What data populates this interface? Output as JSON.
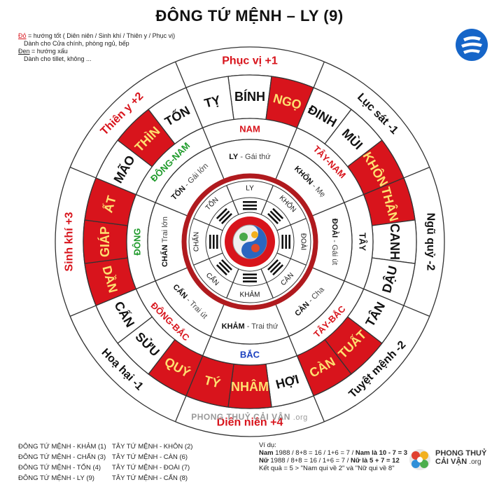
{
  "title": "ĐÔNG TỨ MỆNH – LY (9)",
  "legend": {
    "red_key": "Đỏ",
    "red_text": " = hướng tốt ( Diên niên / Sinh khí / Thiên y / Phục vị)",
    "red_use": "Dành cho Cửa chính, phòng ngủ, bếp",
    "black_key": "Đen",
    "black_text": " = hướng xấu",
    "black_use": "Dành cho tillet, không ..."
  },
  "outer_ring": [
    {
      "label": "Phục vị +1",
      "good": true
    },
    {
      "label": "Lục sát -1",
      "good": false
    },
    {
      "label": "Ngũ quỷ -2",
      "good": false
    },
    {
      "label": "Tuyệt mệnh -2",
      "good": false
    },
    {
      "label": "Diên niên +4",
      "good": true
    },
    {
      "label": "Hoạ hại -1",
      "good": false
    },
    {
      "label": "Sinh khí +3",
      "good": true
    },
    {
      "label": "Thiên y +2",
      "good": true
    }
  ],
  "mountains": [
    {
      "label": "BÍNH",
      "good": false
    },
    {
      "label": "NGỌ",
      "good": true
    },
    {
      "label": "ĐINH",
      "good": false
    },
    {
      "label": "MÙI",
      "good": false
    },
    {
      "label": "KHÔN",
      "good": true
    },
    {
      "label": "THÂN",
      "good": true
    },
    {
      "label": "CANH",
      "good": false
    },
    {
      "label": "DẬU",
      "good": false
    },
    {
      "label": "TÂN",
      "good": false
    },
    {
      "label": "TUẤT",
      "good": true
    },
    {
      "label": "CÀN",
      "good": true
    },
    {
      "label": "HỢI",
      "good": false
    },
    {
      "label": "NHÂM",
      "good": true
    },
    {
      "label": "TÝ",
      "good": true
    },
    {
      "label": "QUÝ",
      "good": true
    },
    {
      "label": "SỬU",
      "good": false
    },
    {
      "label": "CẤN",
      "good": false
    },
    {
      "label": "DẦN",
      "good": true
    },
    {
      "label": "GIÁP",
      "good": true
    },
    {
      "label": "ẤT",
      "good": true
    },
    {
      "label": "MÃO",
      "good": false
    },
    {
      "label": "THÌN",
      "good": true
    },
    {
      "label": "TỐN",
      "good": false
    },
    {
      "label": "TỴ",
      "good": false
    }
  ],
  "directions": [
    {
      "label": "NAM",
      "color": "#d8141c"
    },
    {
      "label": "TÂY-NAM",
      "color": "#d8141c"
    },
    {
      "label": "TÂY",
      "color": "#222222"
    },
    {
      "label": "TÂY-BẮC",
      "color": "#d8141c"
    },
    {
      "label": "BẮC",
      "color": "#1a3fbf"
    },
    {
      "label": "ĐÔNG-BẮC",
      "color": "#d8141c"
    },
    {
      "label": "ĐÔNG",
      "color": "#1e9a2a"
    },
    {
      "label": "ĐÔNG-NAM",
      "color": "#1e9a2a"
    }
  ],
  "trigram_ring": [
    {
      "name": "LY",
      "role": " - Gái thứ"
    },
    {
      "name": "KHÔN",
      "role": " - Mẹ"
    },
    {
      "name": "ĐOÀI",
      "role": " - Gái út"
    },
    {
      "name": "CÀN",
      "role": " - Cha"
    },
    {
      "name": "KHẢM",
      "role": " - Trai thứ"
    },
    {
      "name": "CẤN",
      "role": " - Trai út"
    },
    {
      "name": "CHẤN",
      "role": " Trai lớn"
    },
    {
      "name": "TỐN",
      "role": " - Gái lớn"
    }
  ],
  "inner_trigrams": [
    "LY",
    "KHÔN",
    "ĐOÀI",
    "CÀN",
    "KHẢM",
    "CẤN",
    "CHẤN",
    "TỐN"
  ],
  "watermark": {
    "name": "PHONG THUỶ CẢI VẬN",
    "suffix": ".org"
  },
  "bottom_list": [
    {
      "east": "ĐÔNG TỨ MỆNH - KHẢM (1)",
      "west": "TÂY TỨ MỆNH - KHÔN (2)"
    },
    {
      "east": "ĐÔNG TỨ MỆNH - CHẤN (3)",
      "west": "TÂY TỨ MỆNH - CÀN (6)"
    },
    {
      "east": "ĐÔNG TỨ MỆNH - TỐN  (4)",
      "west": "TÂY TỨ MỆNH - ĐOÀI (7)"
    },
    {
      "east": "ĐÔNG TỨ MỆNH - LY (9)",
      "west": "TÂY TỨ MỆNH - CẤN (8)"
    }
  ],
  "example": {
    "heading": "Ví dụ:",
    "male_label": "Nam",
    "male_calc": " 1988 / 8+8 = 16 / 1+6 = 7 / ",
    "male_result": "Nam là 10 - 7 = 3",
    "female_label": "Nữ",
    "female_calc": " 1988 / 8+8 = 16 / 1+6 = 7 / ",
    "female_result": "Nữ là 5 + 7 = 12",
    "result": "Kết quả = 5 > \"Nam qui về 2\" và \"Nữ qui về 8\""
  },
  "brand": {
    "name_line1": "PHONG THUỶ",
    "name_line2": "CẢI VẬN",
    "suffix": ".org"
  }
}
